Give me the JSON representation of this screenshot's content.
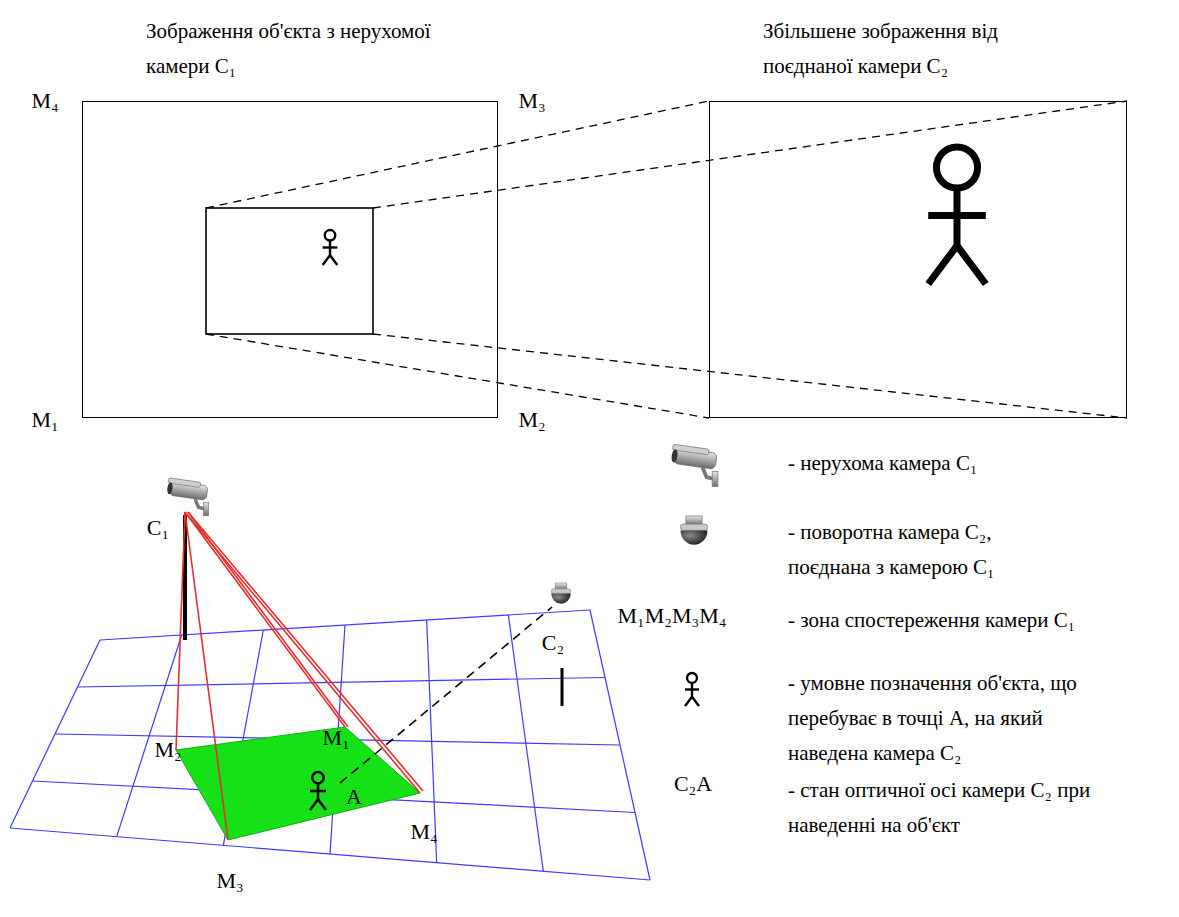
{
  "diagram": {
    "nodes": [
      {
        "text": [
          "Зображення об'єкта з нерухомої камери C₁"
        ]
      },
      {
        "text": [
          "Збільшене зображення від поєднаної камери C₂"
        ]
      }
    ],
    "labels": [
      "M₄",
      "M₃",
      "M₁",
      "M₂",
      "C₁",
      "C₂",
      "M₂",
      "M₁",
      "A",
      "M₃",
      "M₄",
      "M₁M₂M₃M₄",
      "C₂A"
    ],
    "legend": [
      {
        "text": "- нерухома камера C₁"
      },
      {
        "text": "- поворотна камера C₂, поєднана з камерою C₁"
      },
      {
        "text": "- зона спостереження камери C₁"
      },
      {
        "text": "- умовне позначення об'єкта, що перебуває в точці A, на який наведена камера C₂"
      },
      {
        "text": "- стан оптичної осі камери C₂ при наведенні на об'єкт"
      }
    ]
  }
}
